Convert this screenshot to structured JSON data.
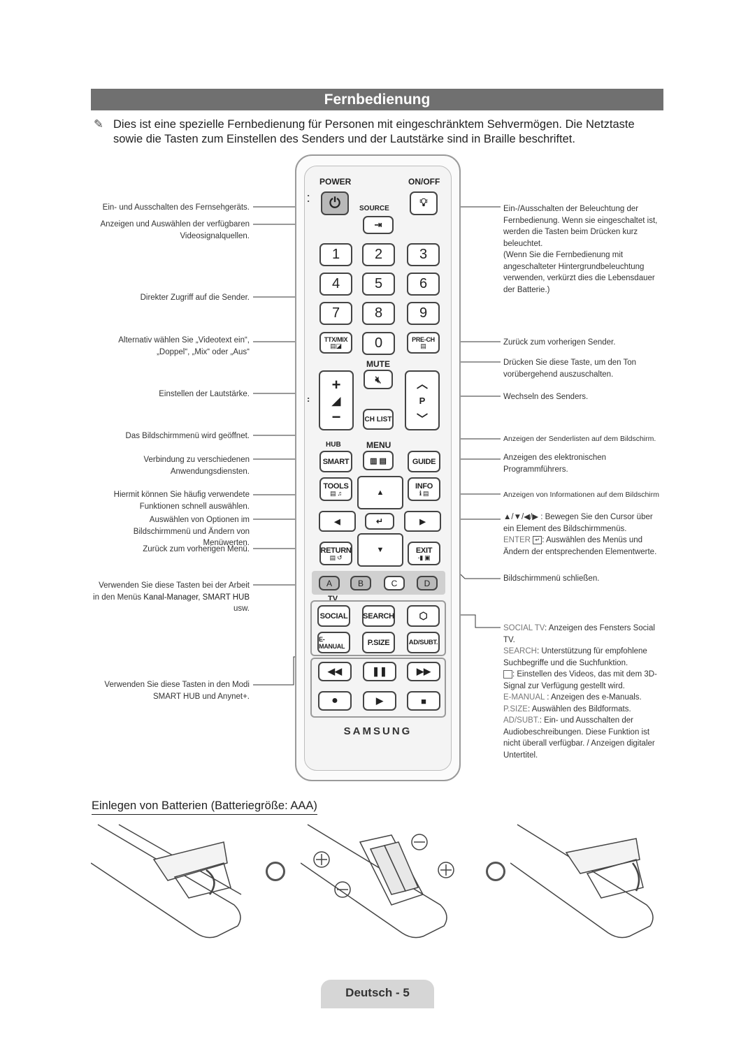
{
  "header": {
    "title": "Fernbedienung"
  },
  "intro": {
    "pen_icon": "pencil-note-icon",
    "text": "Dies ist eine spezielle Fernbedienung für Personen mit eingeschränktem Sehvermögen. Die Netztaste sowie die Tasten zum Einstellen des Senders und der Lautstärke sind in Braille beschriftet."
  },
  "left_labels": [
    "Ein- und Ausschalten des Fernsehgeräts.",
    "Anzeigen und Auswählen der verfügbaren Videosignalquellen.",
    "Direkter Zugriff auf die Sender.",
    "Alternativ wählen Sie „Videotext ein“, „Doppel“, „Mix“ oder „Aus“",
    "Einstellen der Lautstärke.",
    "Das Bildschirmmenü wird geöffnet.",
    "Verbindung zu verschiedenen Anwendungsdiensten.",
    "Hiermit können Sie häufig verwendete Funktionen schnell auswählen.",
    "Auswählen von Optionen im Bildschirmmenü und Ändern von Menüwerten.",
    "Zurück zum vorherigen Menü."
  ],
  "left_colors_label": {
    "pre": "Verwenden Sie diese Tasten bei der Arbeit in den Menüs ",
    "bold": "Kanal-Manager, SMART HUB",
    "post": " usw."
  },
  "left_media_label": {
    "pre": "Verwenden Sie diese Tasten in den Modi ",
    "bold1": "SMART HUB",
    "mid": " und ",
    "bold2": "Anynet+",
    "post": "."
  },
  "right_labels": {
    "light": "Ein-/Ausschalten der Beleuchtung der Fernbedienung. Wenn sie eingeschaltet ist, werden die Tasten beim Drücken kurz beleuchtet.",
    "light_note": "(Wenn Sie die Fernbedienung mit angeschalteter Hintergrundbeleuchtung verwenden, verkürzt dies die Lebensdauer der Batterie.)",
    "prech": "Zurück zum vorherigen Sender.",
    "mute": "Drücken Sie diese Taste, um den Ton vorübergehend auszuschalten.",
    "channel": "Wechseln des Senders.",
    "chlist": "Anzeigen der Senderlisten auf dem Bildschirm.",
    "guide": "Anzeigen des elektronischen Programmführers.",
    "info": "Anzeigen von Informationen auf dem Bildschirm",
    "nav": "▲/▼/◀/▶ : Bewegen Sie den Cursor über ein Element des Bildschirmmenüs.",
    "enter_key": "ENTER",
    "enter": ": Auswählen des Menüs und Ändern der entsprechenden Elementwerte.",
    "exit": "Bildschirmmenü schließen.",
    "social_key": "SOCIAL TV",
    "social": ": Anzeigen des Fensters Social TV.",
    "search_key": "SEARCH",
    "search": ": Unterstützung für empfohlene Suchbegriffe und die Suchfunktion.",
    "3d": ": Einstellen des Videos, das mit dem 3D-Signal zur Verfügung gestellt wird.",
    "emanual_key": "E-MANUAL",
    "emanual": " : Anzeigen des ",
    "emanual_bold": "e-Manual",
    "emanual_end": "s.",
    "psize_key": "P.SIZE",
    "psize": ": Auswählen des ",
    "psize_bold": "Bildformat",
    "psize_end": "s.",
    "adsubt_key": "AD/SUBT.",
    "adsubt": ": Ein- und Ausschalten der Audiobeschreibungen. Diese Funktion ist nicht überall verfügbar. / Anzeigen digitaler Untertitel."
  },
  "remote": {
    "power": "POWER",
    "onoff": "ON/OFF",
    "source": "SOURCE",
    "digits": [
      "1",
      "2",
      "3",
      "4",
      "5",
      "6",
      "7",
      "8",
      "9",
      "0"
    ],
    "ttx": "TTX/MIX",
    "prech": "PRE-CH",
    "mute": "MUTE",
    "p": "P",
    "chlist": "CH LIST",
    "hub": "HUB",
    "menu": "MENU",
    "smart": "SMART",
    "guide": "GUIDE",
    "tools": "TOOLS",
    "info": "INFO",
    "return": "RETURN",
    "exit": "EXIT",
    "colors": [
      "A",
      "B",
      "C",
      "D"
    ],
    "tv": "TV",
    "social": "SOCIAL",
    "search": "SEARCH",
    "emanual": "E-MANUAL",
    "psize": "P.SIZE",
    "adsubt": "AD/SUBT.",
    "brand": "SAMSUNG"
  },
  "battery_section": {
    "title": "Einlegen von Batterien (Batteriegröße: AAA)"
  },
  "footer": {
    "page": "Deutsch - 5"
  }
}
